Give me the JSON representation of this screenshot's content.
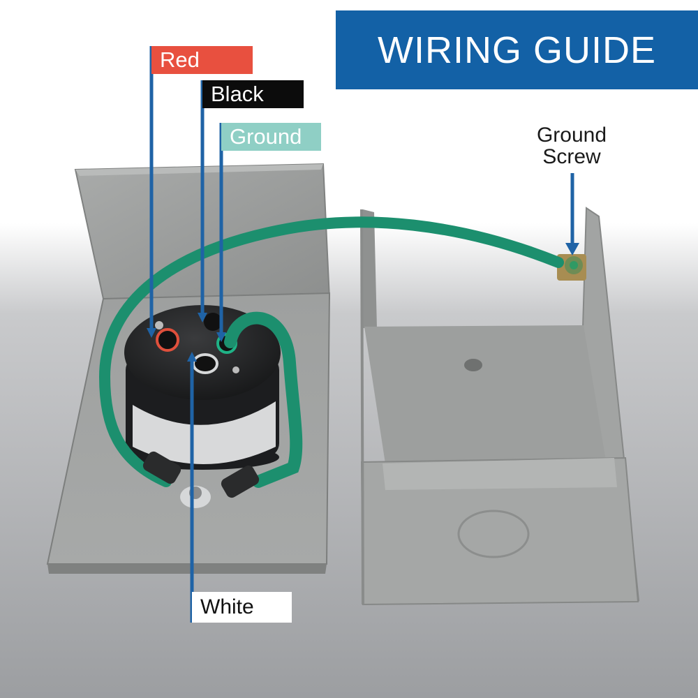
{
  "title": "WIRING GUIDE",
  "labels": {
    "red": "Red",
    "black": "Black",
    "ground": "Ground",
    "white": "White",
    "ground_screw_line1": "Ground",
    "ground_screw_line2": "Screw"
  },
  "colors": {
    "banner": "#1361a6",
    "leader_line": "#1f63a6",
    "red_tag": "#e8503f",
    "black_tag": "#0c0c0c",
    "ground_tag": "#8fcfc5",
    "wire_green": "#1c8f6e",
    "box_gray": "#9a9c9b"
  }
}
